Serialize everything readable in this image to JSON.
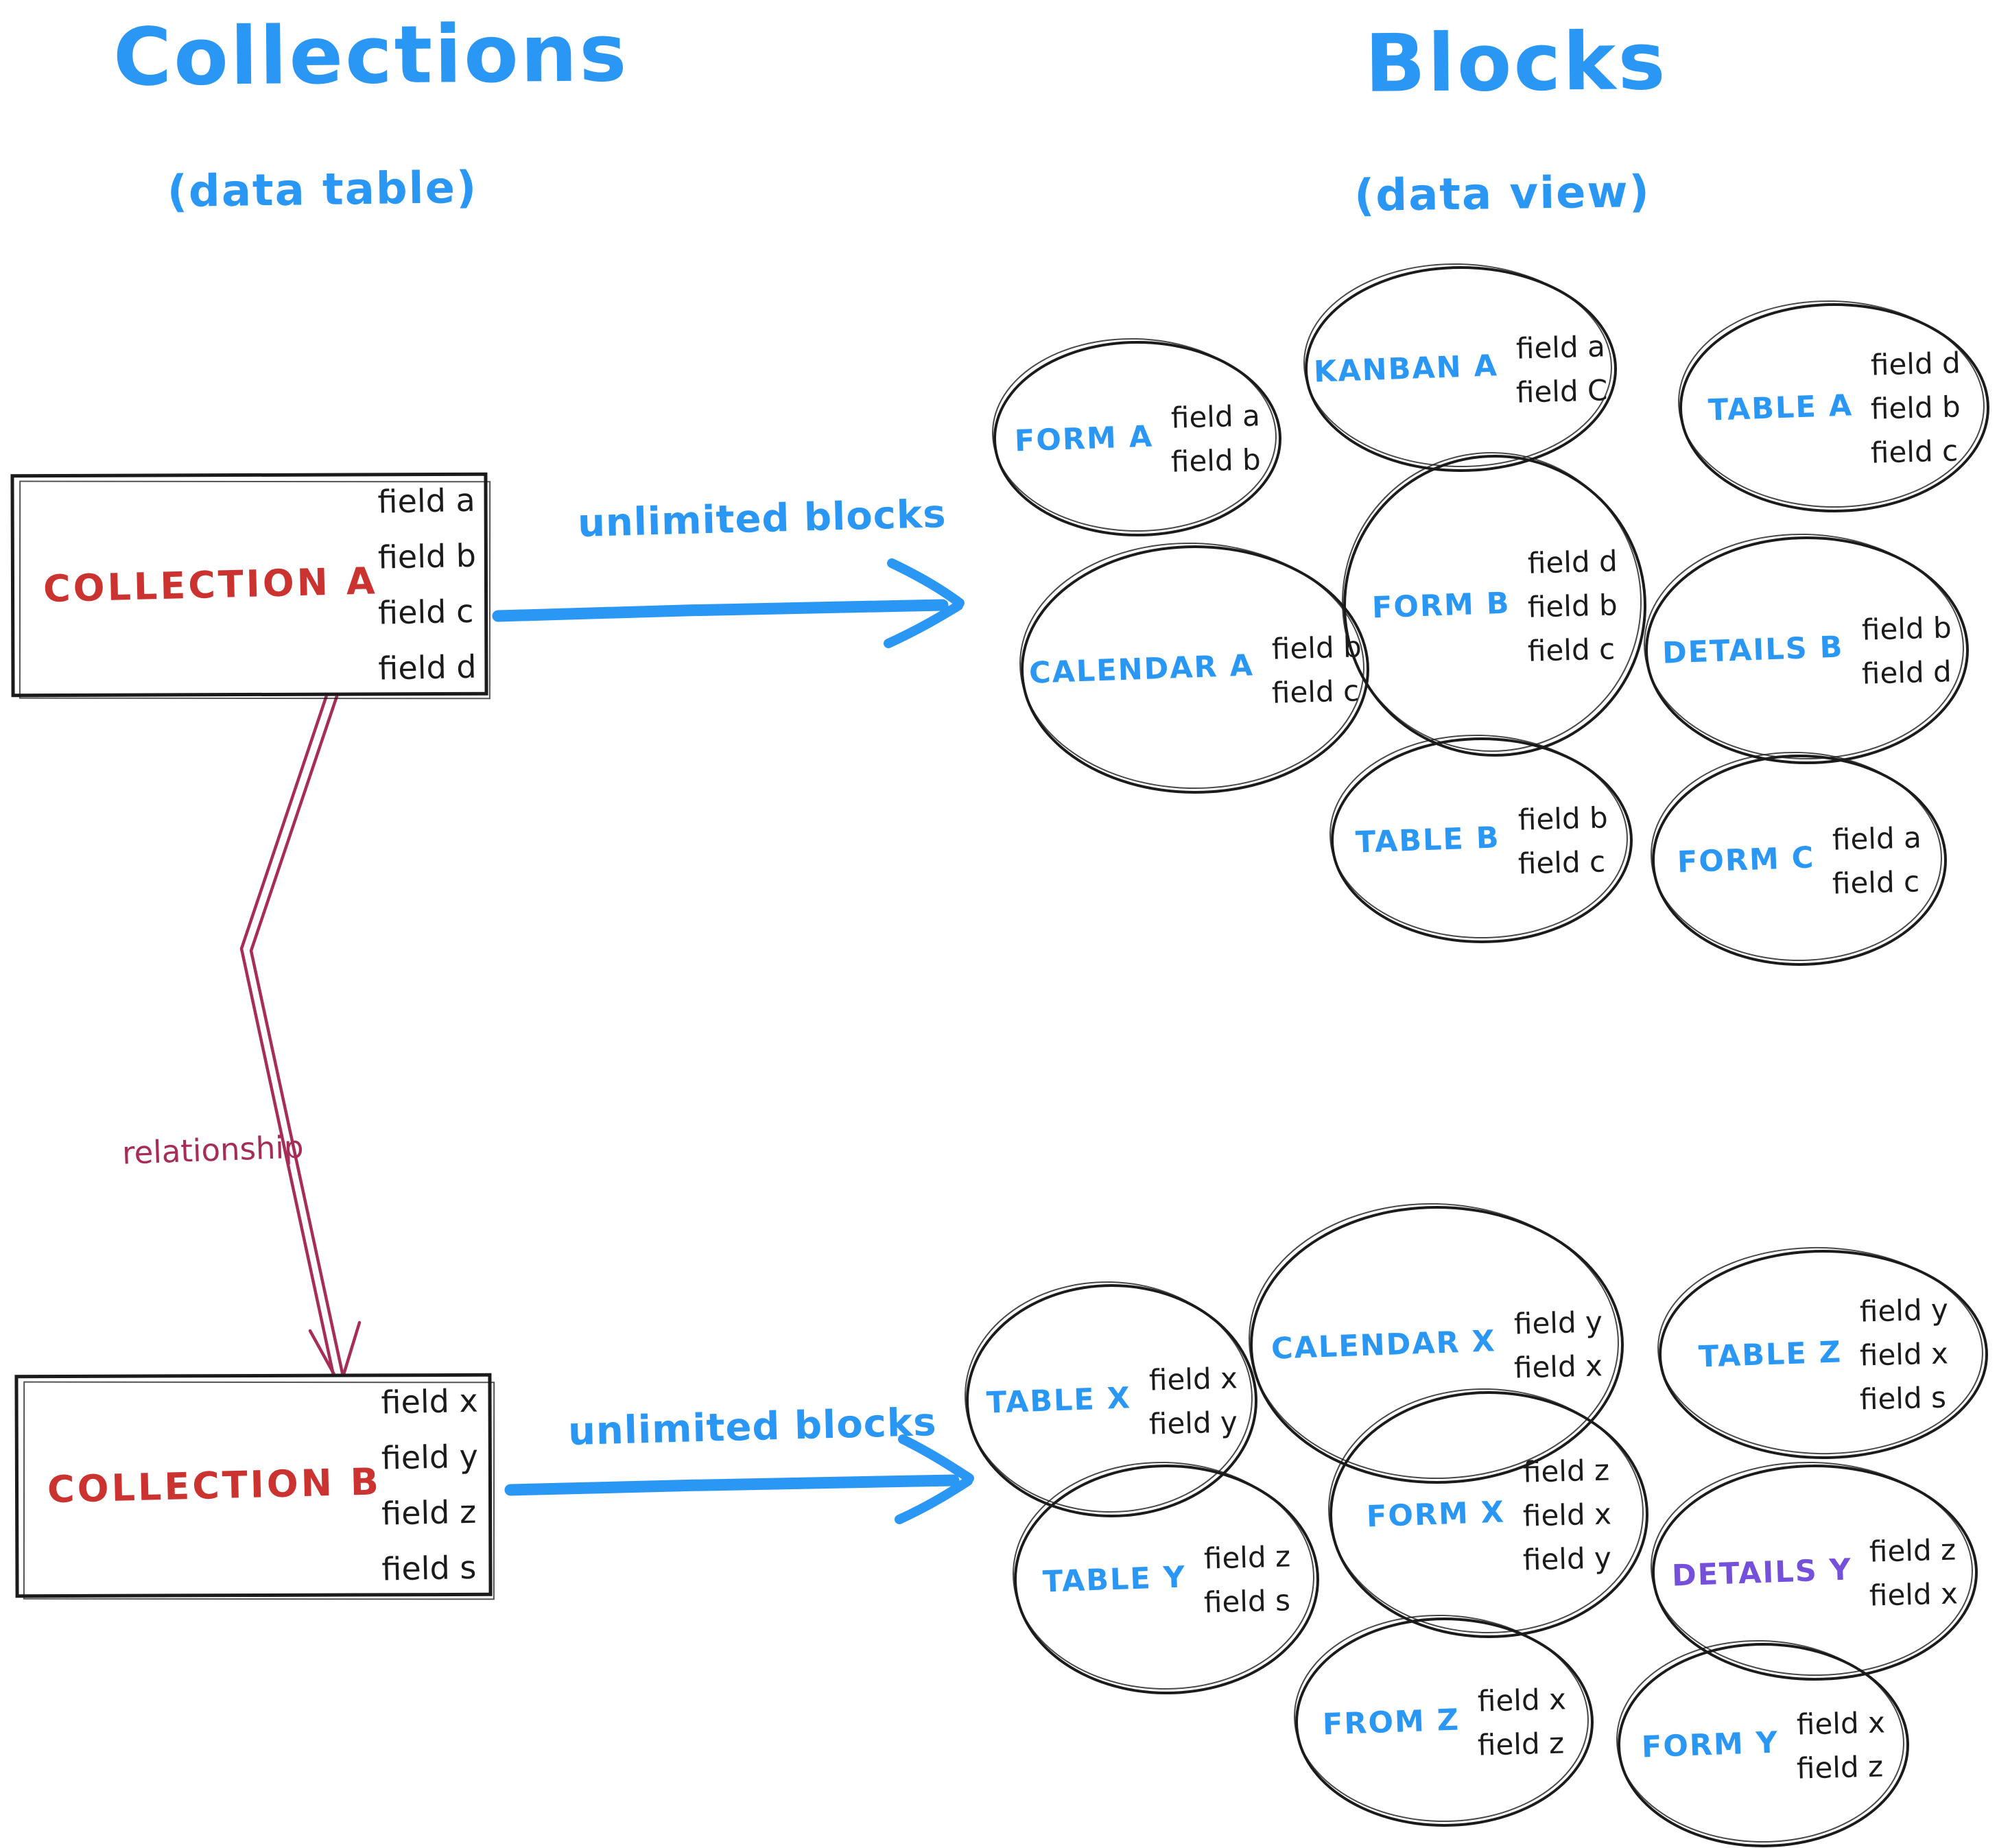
{
  "titles": {
    "left": {
      "title": "Collections",
      "subtitle": "(data table)"
    },
    "right": {
      "title": "Blocks",
      "subtitle": "(data view)"
    }
  },
  "labels": {
    "unlimited_blocks_top": "unlimited blocks",
    "unlimited_blocks_bottom": "unlimited blocks",
    "relationship": "relationship"
  },
  "collections": [
    {
      "name": "COLLECTION A",
      "fields": [
        "field a",
        "field b",
        "field c",
        "field d"
      ]
    },
    {
      "name": "COLLECTION B",
      "fields": [
        "field x",
        "field y",
        "field z",
        "field s"
      ]
    }
  ],
  "blocks_a": [
    {
      "label": "FORM A",
      "fields": [
        "field a",
        "field b"
      ]
    },
    {
      "label": "KANBAN A",
      "fields": [
        "field a",
        "field C"
      ]
    },
    {
      "label": "TABLE A",
      "fields": [
        "field d",
        "field b",
        "field c"
      ]
    },
    {
      "label": "CALENDAR A",
      "fields": [
        "field b",
        "field c"
      ]
    },
    {
      "label": "FORM B",
      "fields": [
        "field d",
        "field b",
        "field c"
      ]
    },
    {
      "label": "DETAILS B",
      "fields": [
        "field b",
        "field d"
      ]
    },
    {
      "label": "TABLE B",
      "fields": [
        "field b",
        "field c"
      ]
    },
    {
      "label": "FORM C",
      "fields": [
        "field a",
        "field c"
      ]
    }
  ],
  "blocks_b": [
    {
      "label": "TABLE X",
      "fields": [
        "field x",
        "field y"
      ]
    },
    {
      "label": "CALENDAR X",
      "fields": [
        "field y",
        "field x"
      ]
    },
    {
      "label": "TABLE Z",
      "fields": [
        "field y",
        "field x",
        "field s"
      ]
    },
    {
      "label": "TABLE Y",
      "fields": [
        "field z",
        "field s"
      ]
    },
    {
      "label": "FORM X",
      "fields": [
        "field z",
        "field x",
        "field y"
      ]
    },
    {
      "label": "DETAILS Y",
      "fields": [
        "field z",
        "field x"
      ]
    },
    {
      "label": "FROM Z",
      "fields": [
        "field x",
        "field z"
      ]
    },
    {
      "label": "FORM Y",
      "fields": [
        "field x",
        "field z"
      ]
    }
  ],
  "colors": {
    "accent_blue": "#2b97f5",
    "collection_red": "#cb3330",
    "relationship_maroon": "#a62d55",
    "details_y_purple": "#7450db",
    "ink": "#1b1b1b"
  }
}
